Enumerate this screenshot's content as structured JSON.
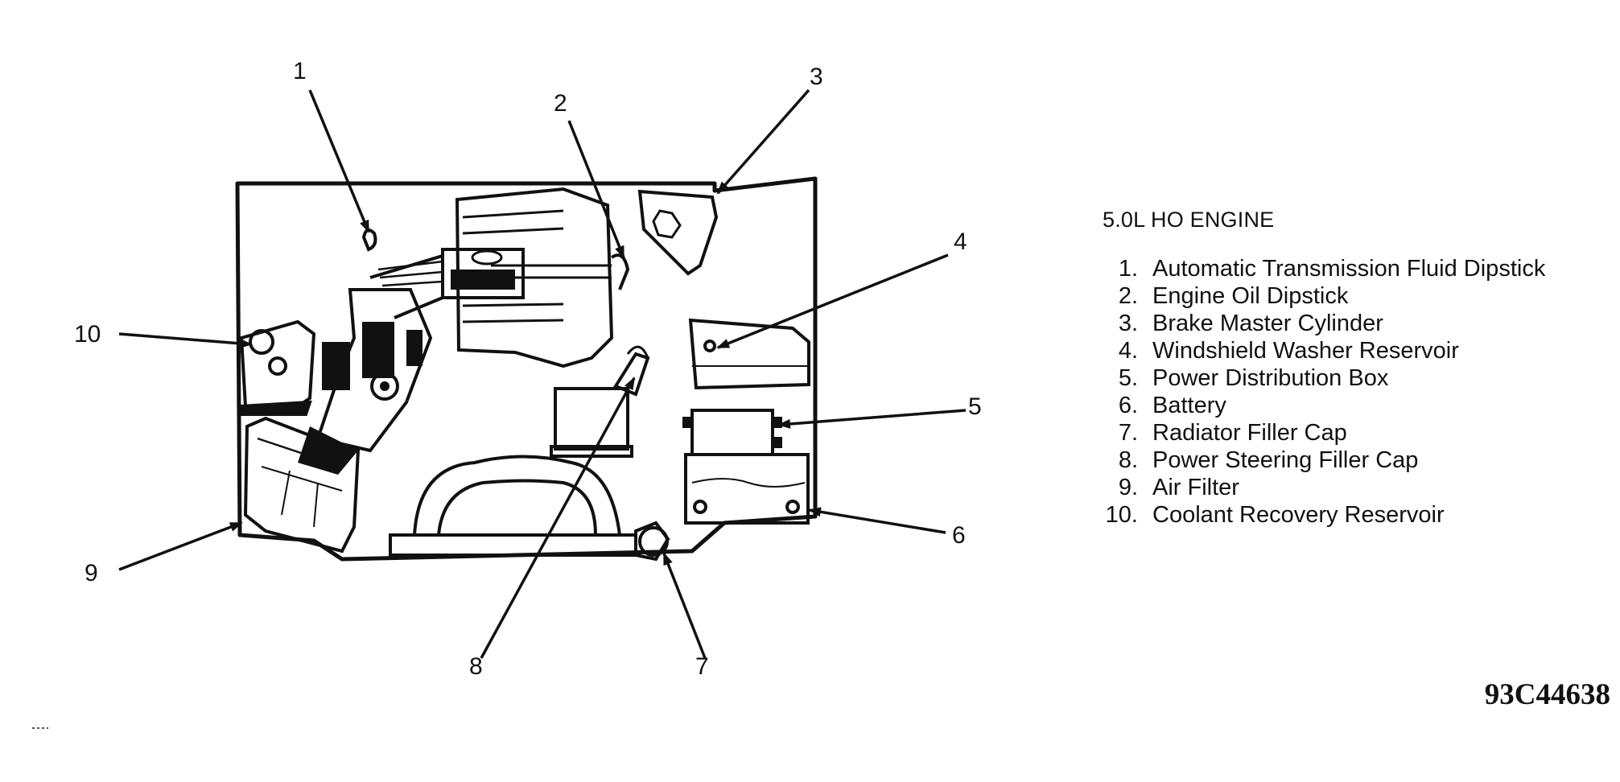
{
  "title": "5.0L HO ENGINE",
  "figure_code": "93C44638",
  "legend": [
    {
      "number": "1.",
      "label": "Automatic Transmission Fluid Dipstick"
    },
    {
      "number": "2.",
      "label": "Engine Oil Dipstick"
    },
    {
      "number": "3.",
      "label": "Brake Master Cylinder"
    },
    {
      "number": "4.",
      "label": "Windshield Washer Reservoir"
    },
    {
      "number": "5.",
      "label": "Power Distribution Box"
    },
    {
      "number": "6.",
      "label": "Battery"
    },
    {
      "number": "7.",
      "label": "Radiator Filler Cap"
    },
    {
      "number": "8.",
      "label": "Power Steering Filler Cap"
    },
    {
      "number": "9.",
      "label": "Air Filter"
    },
    {
      "number": "10.",
      "label": "Coolant Recovery Reservoir"
    }
  ],
  "callouts": [
    "1",
    "2",
    "3",
    "4",
    "5",
    "6",
    "7",
    "8",
    "9",
    "10"
  ]
}
